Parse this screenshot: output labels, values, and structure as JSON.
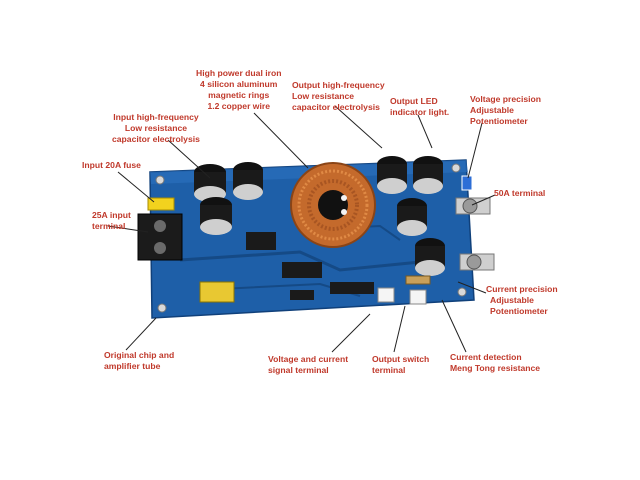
{
  "colors": {
    "label": "#c0392b",
    "pcb": "#1e5fa8",
    "pcb_dark": "#154a86",
    "leader": "#222222",
    "copper": "#c46a2c"
  },
  "labels": {
    "iron_core": [
      "High power dual iron",
      "4 silicon aluminum",
      "magnetic rings",
      "1.2 copper wire"
    ],
    "output_capacitor": [
      "Output high-frequency",
      "Low resistance",
      "capacitor electrolysis"
    ],
    "output_led": [
      "Output LED",
      "indicator light."
    ],
    "voltage_pot": [
      "Voltage precision",
      "Adjustable",
      "Potentiometer"
    ],
    "input_capacitor": [
      "Input high-frequency",
      "Low resistance",
      "capacitor electrolysis"
    ],
    "input_fuse": [
      "Input 20A fuse"
    ],
    "input_terminal": [
      "25A input",
      "terminal"
    ],
    "output_terminal": [
      "50A terminal"
    ],
    "current_pot": [
      "Current precision",
      "Adjustable",
      "Potentiometer"
    ],
    "chip": [
      "Original chip and",
      "amplifier tube"
    ],
    "signal_terminal": [
      "Voltage and current",
      "signal terminal"
    ],
    "output_switch": [
      "Output switch",
      "terminal"
    ],
    "current_detect": [
      "Current detection",
      "Meng Tong resistance"
    ]
  }
}
